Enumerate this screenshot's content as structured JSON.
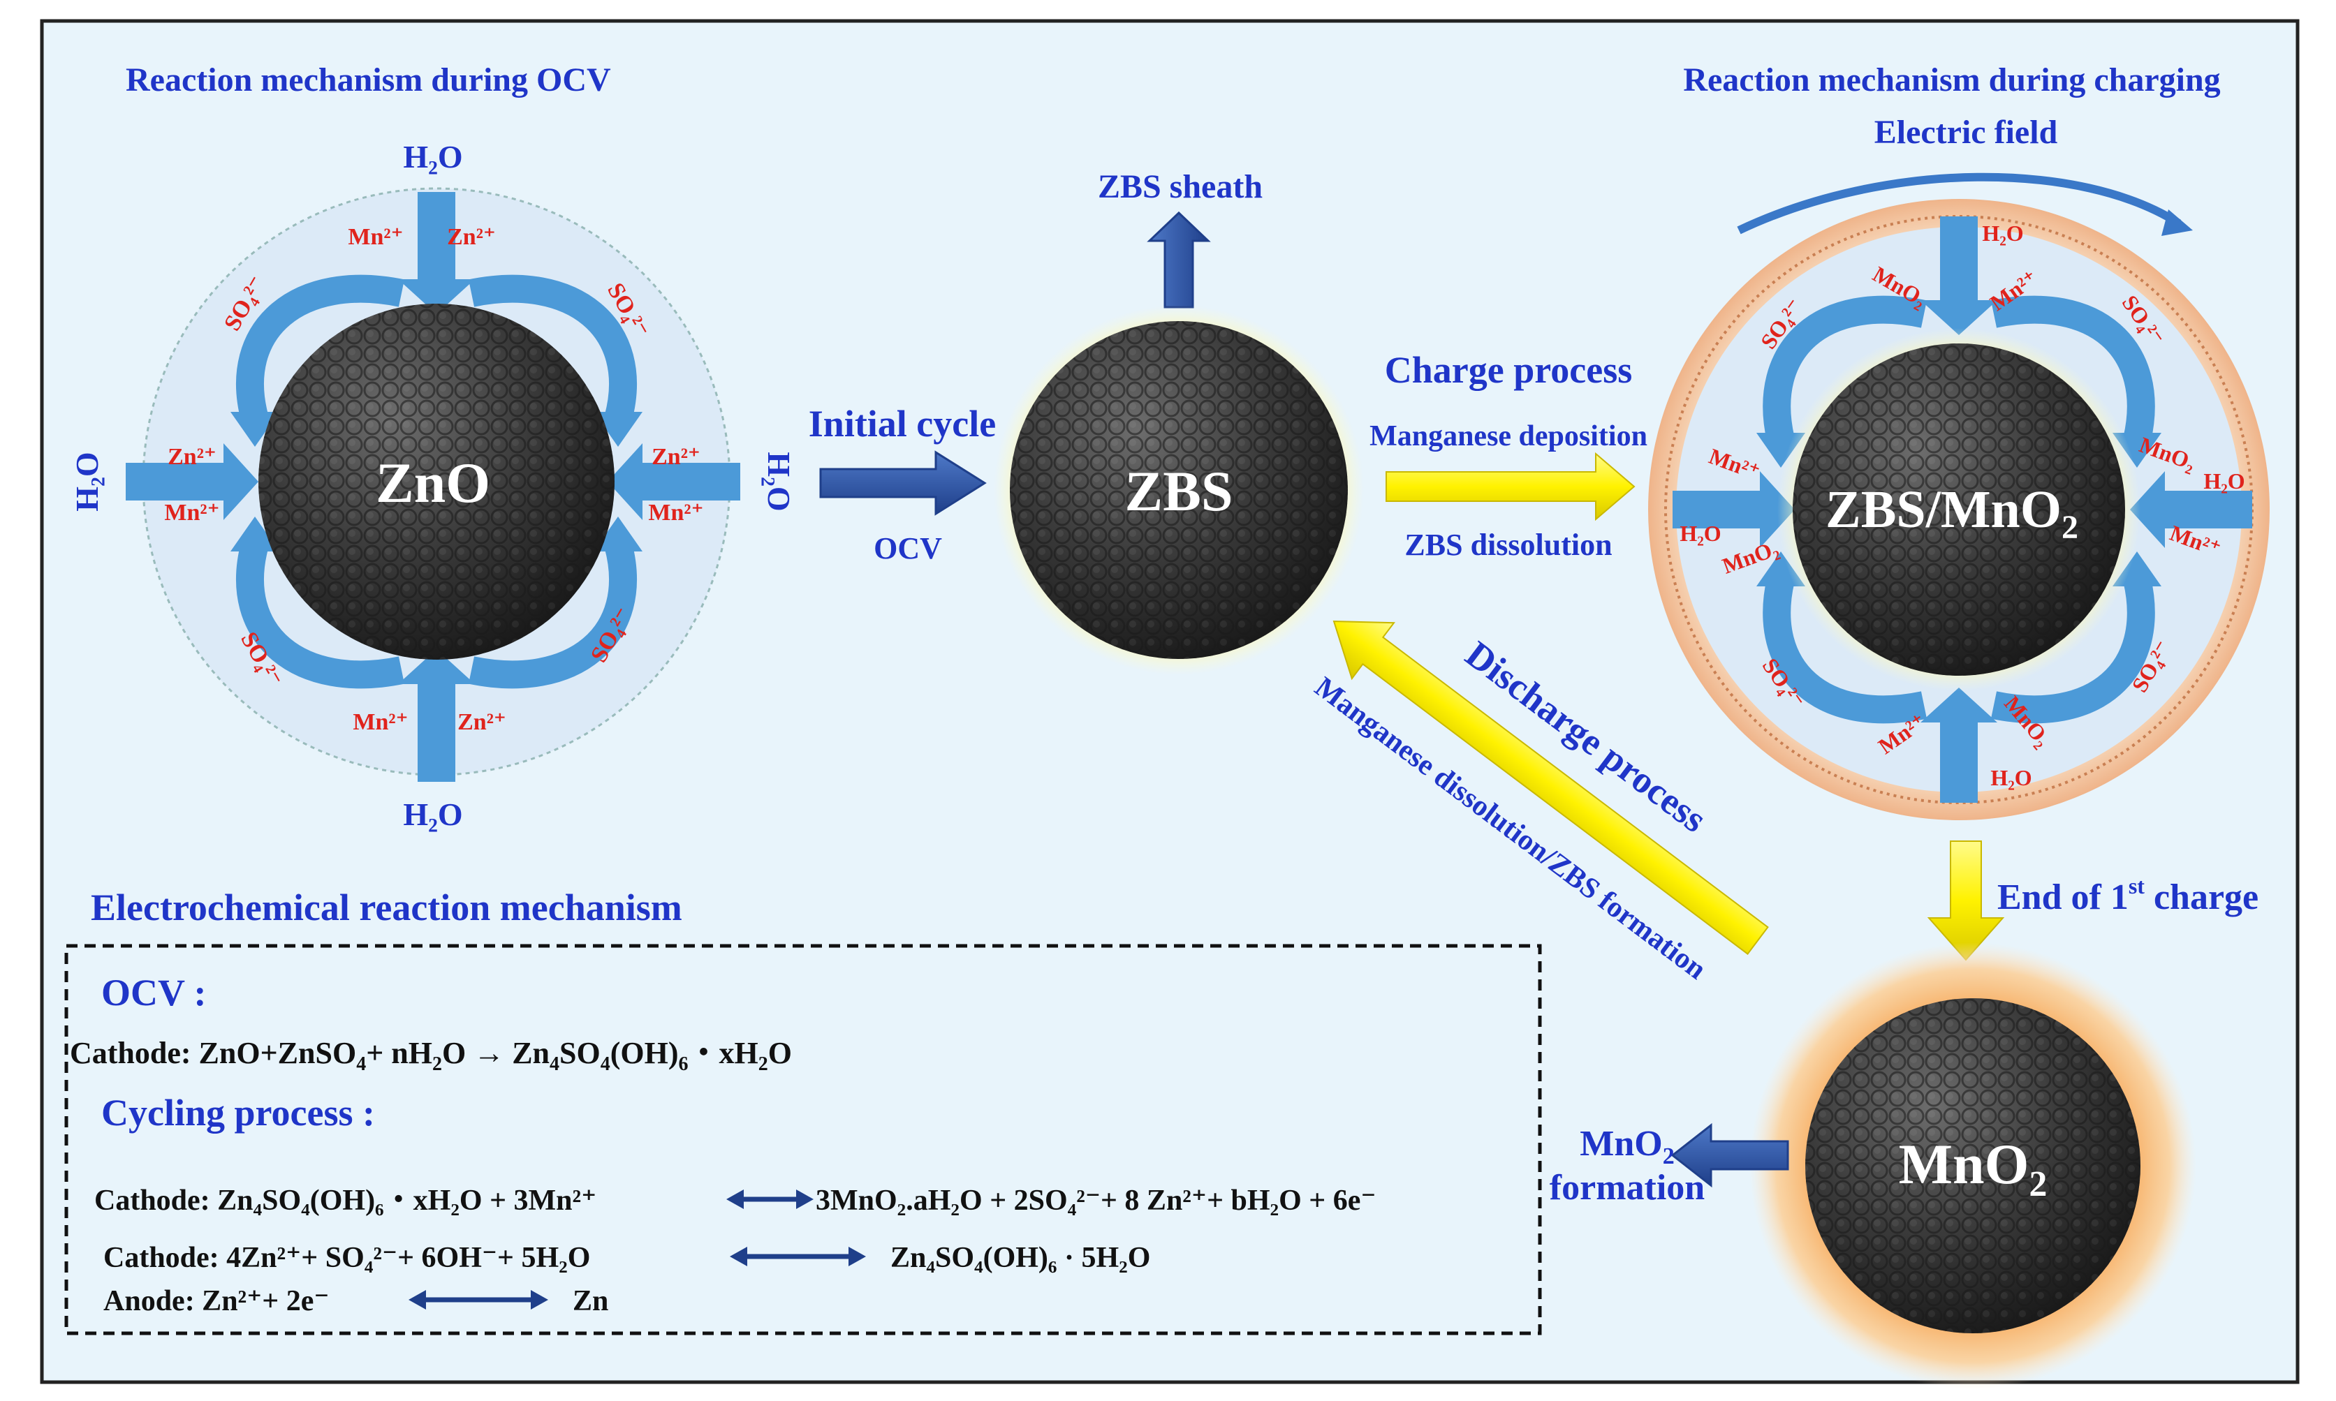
{
  "ocv_section": {
    "title": "Reaction mechanism during OCV",
    "particle_label": "ZnO",
    "water": "H₂O",
    "mn_ion": "Mn²⁺",
    "zn_ion": "Zn²⁺",
    "sulfate": "SO₄²⁻"
  },
  "initial_cycle": {
    "label": "Initial cycle",
    "sublabel": "OCV"
  },
  "zbs": {
    "label": "ZBS",
    "sheath_label": "ZBS sheath"
  },
  "charge_arrow": {
    "title": "Charge process",
    "line1": "Manganese deposition",
    "line2": "ZBS dissolution"
  },
  "charging_section": {
    "title": "Reaction mechanism during charging",
    "field_label": "Electric field",
    "particle_label_main": "ZBS/MnO",
    "particle_label_sub": "2",
    "water": "H₂O",
    "mno2": "MnO₂",
    "mn_ion": "Mn²⁺",
    "sulfate": "SO₄²⁻"
  },
  "end_charge": {
    "pre": "End of 1",
    "sup": "st",
    "post": " charge"
  },
  "discharge": {
    "title": "Discharge process",
    "subtitle": "Manganese dissolution/ZBS formation"
  },
  "mno2_particle": {
    "label_main": "MnO",
    "label_sub": "2"
  },
  "mno2_formation": {
    "line1_main": "MnO",
    "line1_sub": "2",
    "line2": "formation"
  },
  "mechanism": {
    "title": "Electrochemical reaction mechanism",
    "ocv_heading": "OCV :",
    "ocv_eq_a": "Cathode: ZnO+ZnSO",
    "ocv_eq_b": "+ nH",
    "ocv_eq_c": "O → Zn",
    "ocv_eq_d": "SO",
    "ocv_eq_e": "(OH)",
    "ocv_eq_f": "・xH",
    "ocv_eq_g": "O",
    "cycling_heading": "Cycling process :",
    "cyc1_left": "Cathode: Zn₄SO₄(OH)₆・xH₂O + 3Mn²⁺",
    "cyc1_right": "3MnO₂.aH₂O + 2SO₄²⁻+ 8 Zn²⁺+ bH₂O + 6e⁻",
    "cyc2_left": "Cathode: 4Zn²⁺+ SO₄²⁻+ 6OH⁻+ 5H₂O",
    "cyc2_right": "Zn₄SO₄(OH)₆ · 5H₂O",
    "anode_left": "Anode: Zn²⁺+ 2e⁻",
    "anode_right": "Zn"
  },
  "colors": {
    "background": "#e8f4fb",
    "title_blue": "#1f35c8",
    "ion_red": "#e0231c",
    "arrow_light_blue": "#4c9ad8",
    "arrow_dark_blue": "#2a4f9e",
    "arrow_yellow": "#fff200",
    "sphere_dark": "#3a3a3a",
    "glow_orange": "#f4a24a"
  }
}
